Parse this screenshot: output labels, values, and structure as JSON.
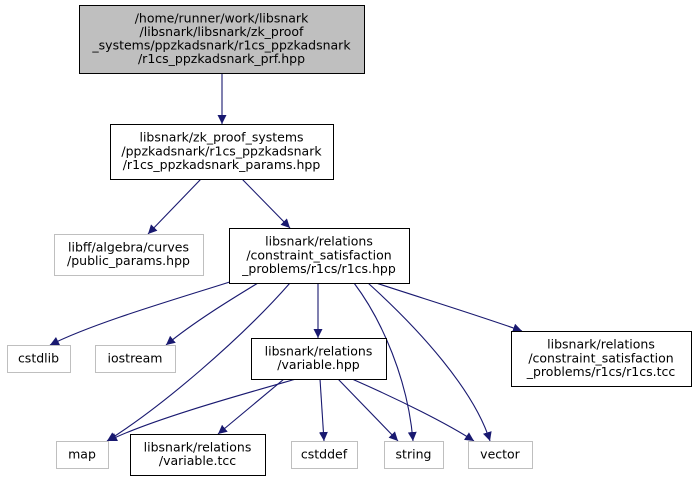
{
  "diagram": {
    "colors": {
      "edge": "#191970",
      "root_fill": "#bfbfbf",
      "border_dark": "#000000",
      "border_light": "#bfbfbf",
      "background": "#ffffff"
    },
    "nodes": [
      {
        "id": "root",
        "name": "node-r1cs-ppzkadsnark-prf-hpp",
        "lines": [
          "/home/runner/work/libsnark",
          "/libsnark/libsnark/zk_proof",
          "_systems/ppzkadsnark/r1cs_ppzkadsnark",
          "/r1cs_ppzkadsnark_prf.hpp"
        ]
      },
      {
        "id": "params",
        "name": "node-r1cs-ppzkadsnark-params-hpp",
        "lines": [
          "libsnark/zk_proof_systems",
          "/ppzkadsnark/r1cs_ppzkadsnark",
          "/r1cs_ppzkadsnark_params.hpp"
        ]
      },
      {
        "id": "public_params",
        "name": "node-public-params-hpp",
        "lines": [
          "libff/algebra/curves",
          "/public_params.hpp"
        ]
      },
      {
        "id": "r1cs_hpp",
        "name": "node-r1cs-hpp",
        "lines": [
          "libsnark/relations",
          "/constraint_satisfaction",
          "_problems/r1cs/r1cs.hpp"
        ]
      },
      {
        "id": "cstdlib",
        "name": "node-cstdlib",
        "lines": [
          "cstdlib"
        ]
      },
      {
        "id": "iostream",
        "name": "node-iostream",
        "lines": [
          "iostream"
        ]
      },
      {
        "id": "variable_hpp",
        "name": "node-variable-hpp",
        "lines": [
          "libsnark/relations",
          "/variable.hpp"
        ]
      },
      {
        "id": "r1cs_tcc",
        "name": "node-r1cs-tcc",
        "lines": [
          "libsnark/relations",
          "/constraint_satisfaction",
          "_problems/r1cs/r1cs.tcc"
        ]
      },
      {
        "id": "map",
        "name": "node-map",
        "lines": [
          "map"
        ]
      },
      {
        "id": "variable_tcc",
        "name": "node-variable-tcc",
        "lines": [
          "libsnark/relations",
          "/variable.tcc"
        ]
      },
      {
        "id": "cstddef",
        "name": "node-cstddef",
        "lines": [
          "cstddef"
        ]
      },
      {
        "id": "string",
        "name": "node-string",
        "lines": [
          "string"
        ]
      },
      {
        "id": "vector",
        "name": "node-vector",
        "lines": [
          "vector"
        ]
      }
    ],
    "edges": [
      {
        "from": "root",
        "to": "params"
      },
      {
        "from": "params",
        "to": "public_params"
      },
      {
        "from": "params",
        "to": "r1cs_hpp"
      },
      {
        "from": "r1cs_hpp",
        "to": "cstdlib"
      },
      {
        "from": "r1cs_hpp",
        "to": "iostream"
      },
      {
        "from": "r1cs_hpp",
        "to": "map"
      },
      {
        "from": "r1cs_hpp",
        "to": "variable_hpp"
      },
      {
        "from": "r1cs_hpp",
        "to": "string"
      },
      {
        "from": "r1cs_hpp",
        "to": "vector"
      },
      {
        "from": "r1cs_hpp",
        "to": "r1cs_tcc"
      },
      {
        "from": "variable_hpp",
        "to": "map"
      },
      {
        "from": "variable_hpp",
        "to": "variable_tcc"
      },
      {
        "from": "variable_hpp",
        "to": "cstddef"
      },
      {
        "from": "variable_hpp",
        "to": "string"
      },
      {
        "from": "variable_hpp",
        "to": "vector"
      }
    ]
  }
}
